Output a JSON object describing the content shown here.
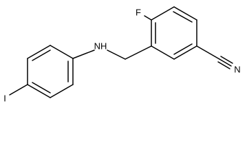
{
  "molecule": {
    "atoms": {
      "fluorine": "F",
      "amine": "NH",
      "nitrile_nitrogen": "N",
      "iodine": "I"
    }
  },
  "colors": {
    "background": "#ffffff",
    "ink": "#000000"
  }
}
